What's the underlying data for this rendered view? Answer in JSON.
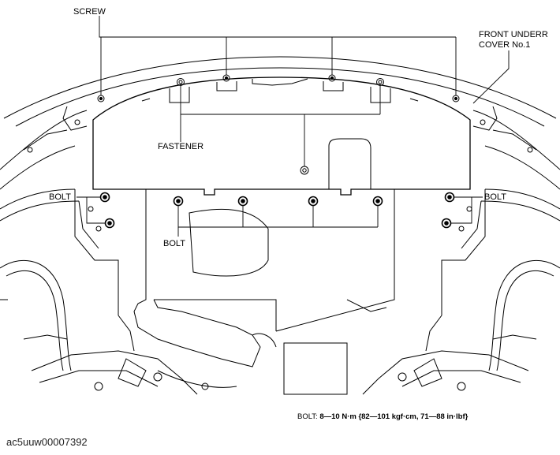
{
  "labels": {
    "screw": "SCREW",
    "front_cover_line1": "FRONT UNDERR",
    "front_cover_line2": "COVER No.1",
    "fastener": "FASTENER",
    "bolt_left": "BOLT",
    "bolt_right": "BOLT",
    "bolt_center": "BOLT"
  },
  "torque_note": {
    "prefix": "BOLT:",
    "spec": "8—10 N·m {82—101 kgf·cm, 71—88 in·lbf}"
  },
  "document_id": "ac5uuw00007392"
}
